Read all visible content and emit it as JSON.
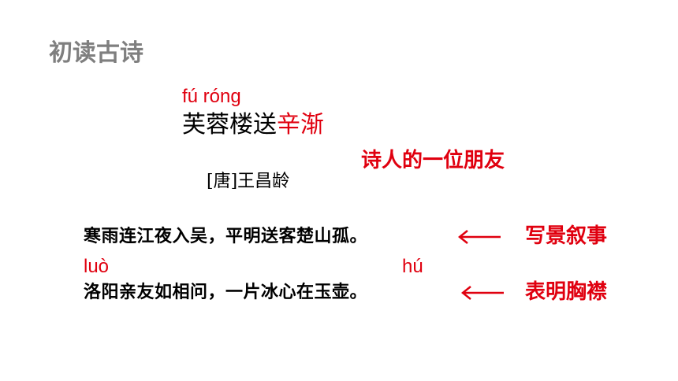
{
  "heading": "初读古诗",
  "title": {
    "pinyin": "fú róng",
    "normal": "芙蓉楼送",
    "highlight": "辛渐"
  },
  "note": "诗人的一位朋友",
  "author": "[唐]王昌龄",
  "lines": [
    {
      "text": "寒雨连江夜入吴，平明送客楚山孤。",
      "label": "写景叙事"
    },
    {
      "text": "洛阳亲友如相问，一片冰心在玉壶。",
      "label": "表明胸襟",
      "pinyin_start": "luò",
      "pinyin_end": "hú"
    }
  ],
  "colors": {
    "accent": "#e0000f",
    "heading": "#7f7f7f",
    "text": "#000000"
  },
  "icons": {
    "arrow": "left-arrow-icon"
  }
}
